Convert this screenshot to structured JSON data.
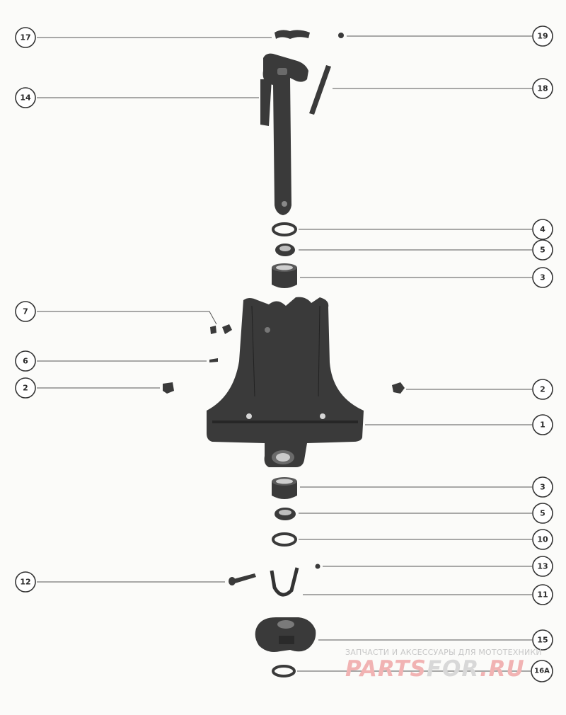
{
  "callouts": [
    {
      "id": "c17",
      "label": "17"
    },
    {
      "id": "c19",
      "label": "19"
    },
    {
      "id": "c14",
      "label": "14"
    },
    {
      "id": "c18",
      "label": "18"
    },
    {
      "id": "c4",
      "label": "4"
    },
    {
      "id": "c5a",
      "label": "5"
    },
    {
      "id": "c3a",
      "label": "3"
    },
    {
      "id": "c7",
      "label": "7"
    },
    {
      "id": "c6",
      "label": "6"
    },
    {
      "id": "c2l",
      "label": "2"
    },
    {
      "id": "c2r",
      "label": "2"
    },
    {
      "id": "c1",
      "label": "1"
    },
    {
      "id": "c3b",
      "label": "3"
    },
    {
      "id": "c5b",
      "label": "5"
    },
    {
      "id": "c10",
      "label": "10"
    },
    {
      "id": "c13",
      "label": "13"
    },
    {
      "id": "c12",
      "label": "12"
    },
    {
      "id": "c11",
      "label": "11"
    },
    {
      "id": "c15",
      "label": "15"
    },
    {
      "id": "c16",
      "label": "16A"
    }
  ],
  "watermark": {
    "caption": "ЗАПЧАСТИ И АКСЕССУАРЫ ДЛЯ МОТОТЕХНИКИ",
    "logo_part1": "PARTS",
    "logo_part2": "FOR",
    "logo_part3": ".RU"
  }
}
